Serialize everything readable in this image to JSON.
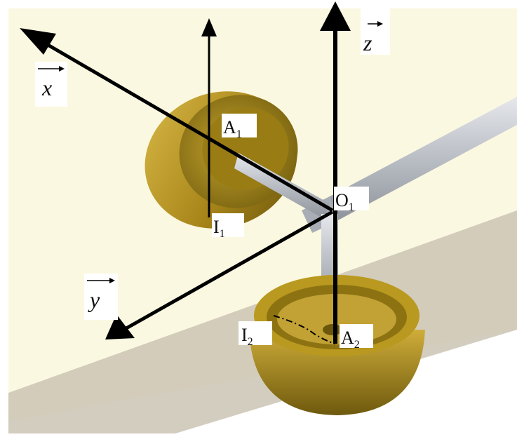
{
  "labels": {
    "x_axis": "x",
    "y_axis": "y",
    "z_axis": "z",
    "a1_main": "A",
    "a1_sub": "1",
    "o1_main": "O",
    "o1_sub": "1",
    "i1_main": "I",
    "i1_sub": "1",
    "i2_main": "I",
    "i2_sub": "2",
    "a2_main": "A",
    "a2_sub": "2"
  },
  "colors": {
    "plane": "#fbf8e1",
    "ground": "#c9c2b2",
    "wheel_dark": "#7a6410",
    "wheel_mid": "#b08f1c",
    "wheel_light": "#d4b442",
    "axle": "#c4c8cf",
    "vectors": "#000000"
  }
}
